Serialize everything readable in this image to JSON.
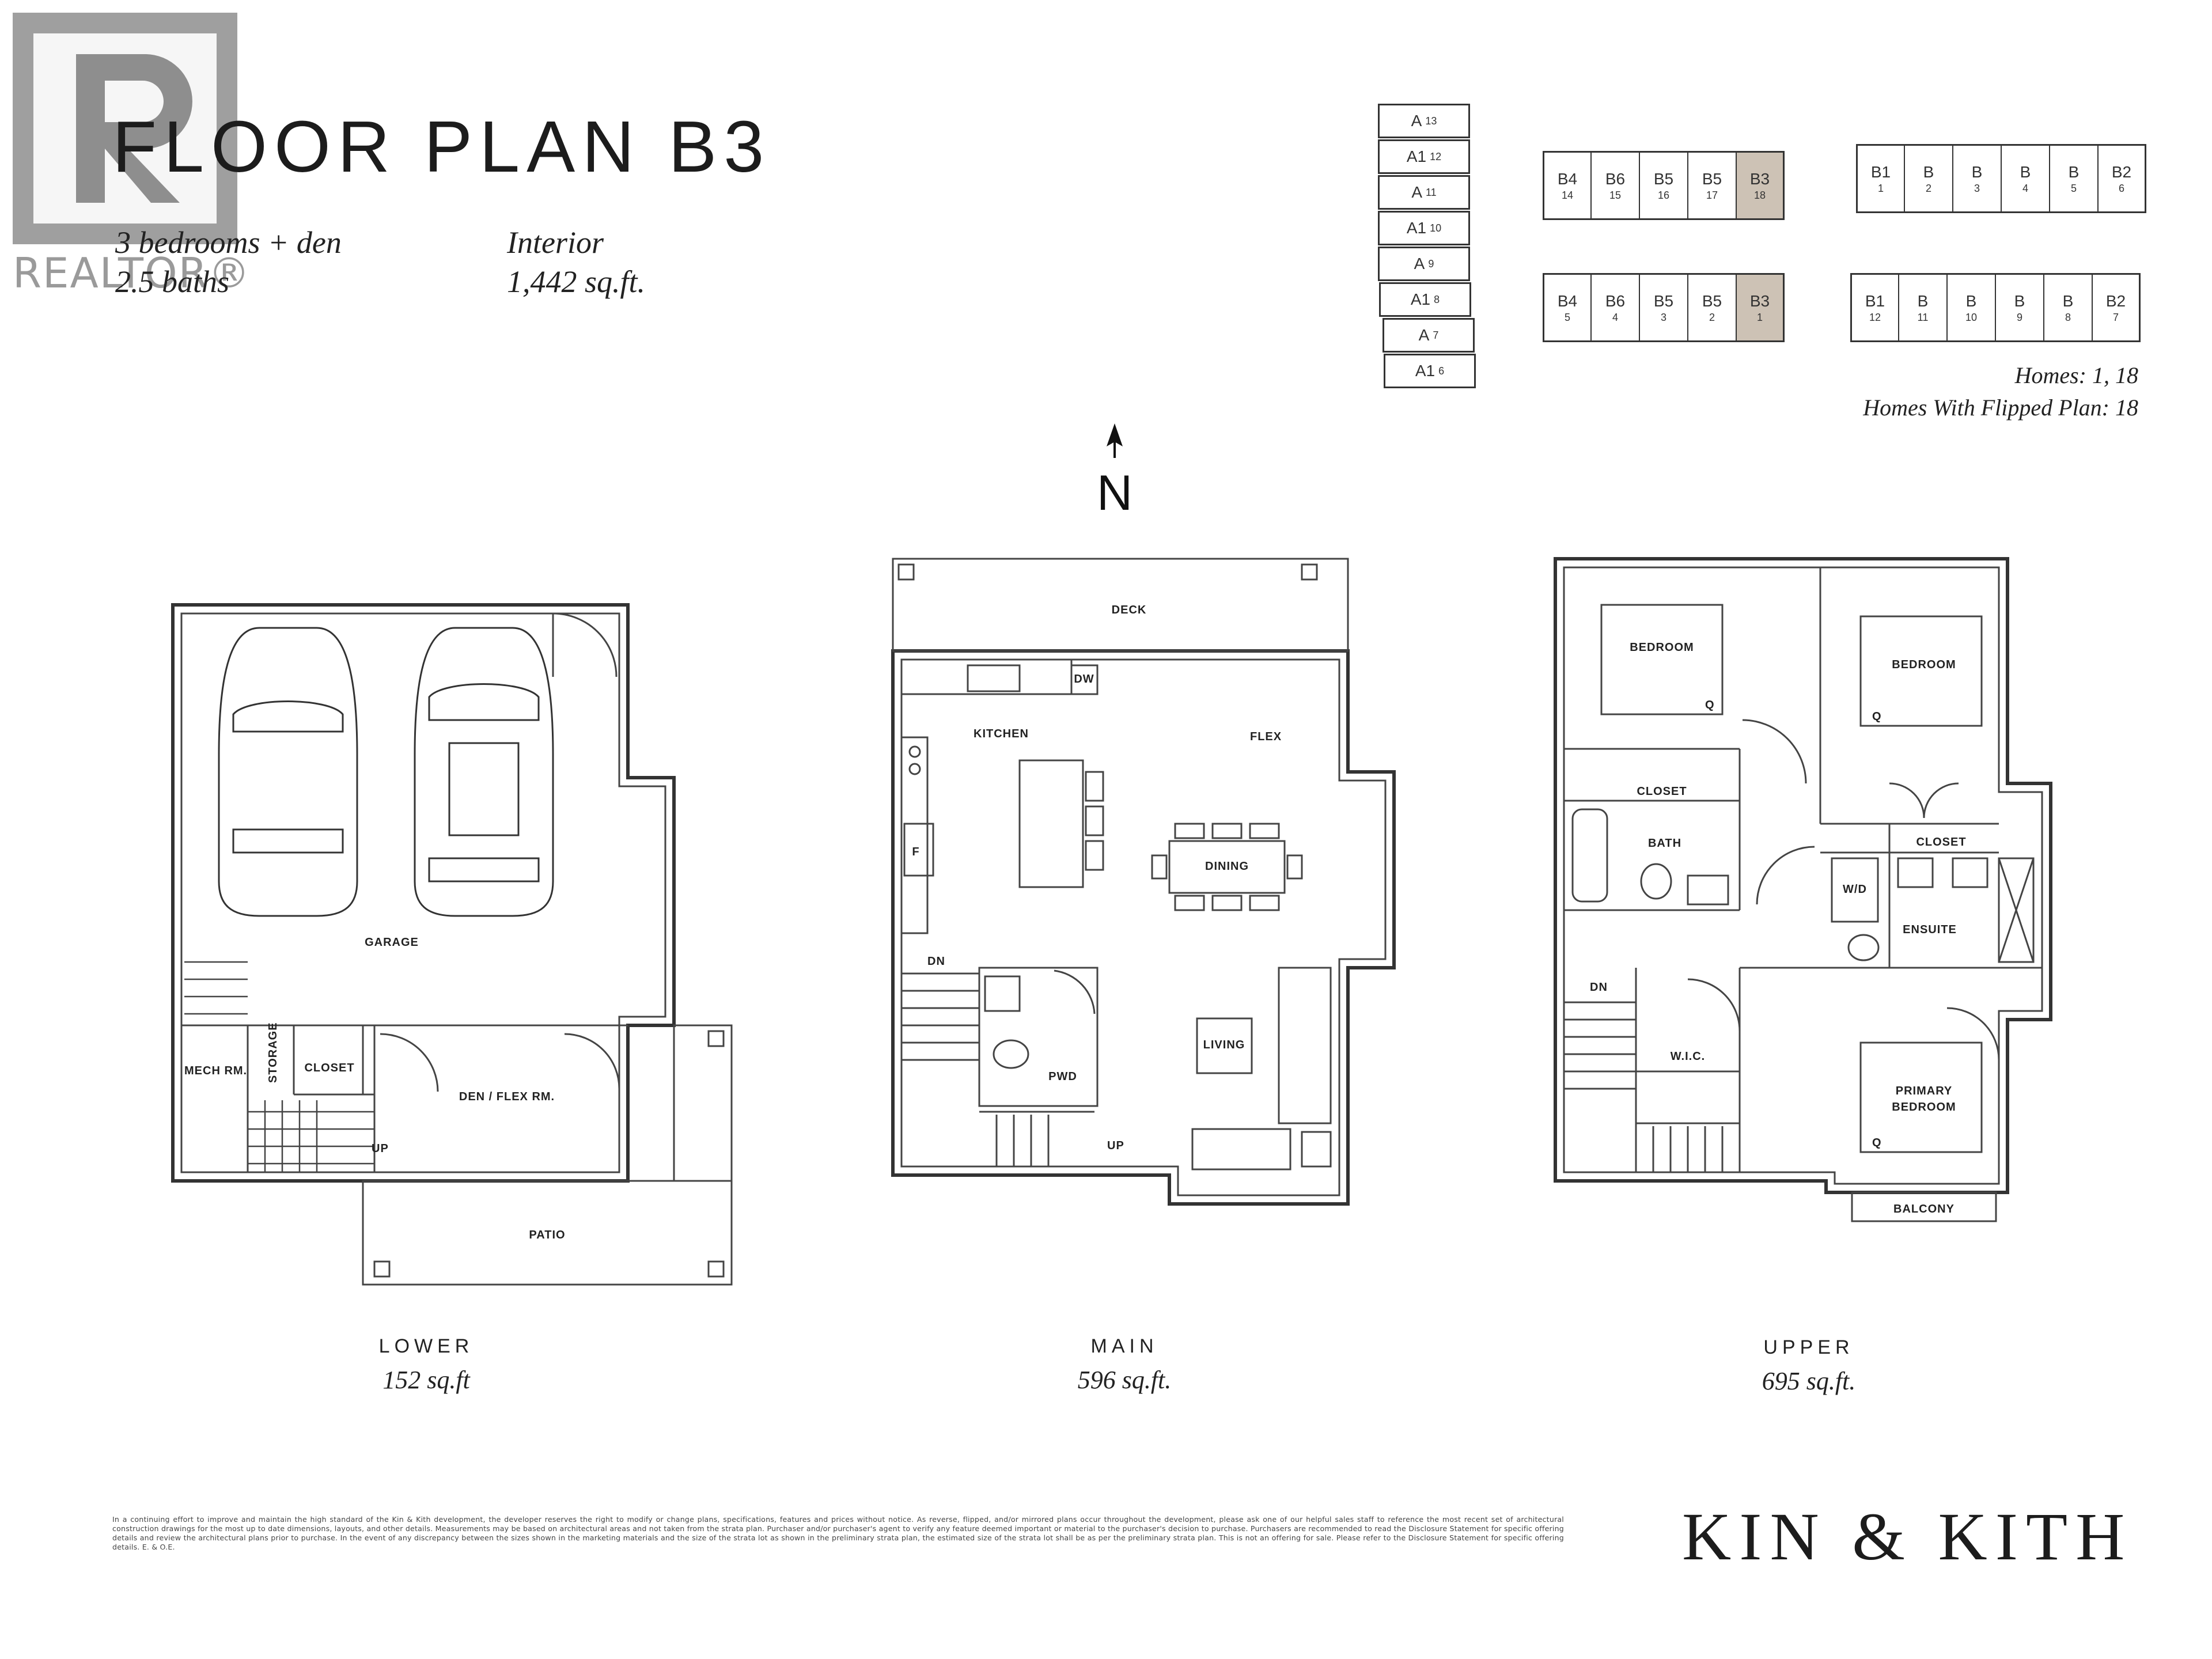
{
  "watermark": {
    "text": "REALTOR®"
  },
  "header": {
    "title": "FLOOR PLAN B3",
    "bedrooms": "3 bedrooms + den",
    "baths": "2.5 baths",
    "interior_label": "Interior",
    "interior_area": "1,442 sq.ft."
  },
  "site_key": {
    "a_stack": [
      {
        "code": "A",
        "num": "13"
      },
      {
        "code": "A1",
        "num": "12"
      },
      {
        "code": "A",
        "num": "11"
      },
      {
        "code": "A1",
        "num": "10"
      },
      {
        "code": "A",
        "num": "9"
      },
      {
        "code": "A1",
        "num": "8"
      },
      {
        "code": "A",
        "num": "7"
      },
      {
        "code": "A1",
        "num": "6"
      }
    ],
    "row_top_left": [
      {
        "code": "B4",
        "num": "14"
      },
      {
        "code": "B6",
        "num": "15"
      },
      {
        "code": "B5",
        "num": "16"
      },
      {
        "code": "B5",
        "num": "17"
      },
      {
        "code": "B3",
        "num": "18",
        "highlight": true
      }
    ],
    "row_top_right": [
      {
        "code": "B1",
        "num": "1"
      },
      {
        "code": "B",
        "num": "2"
      },
      {
        "code": "B",
        "num": "3"
      },
      {
        "code": "B",
        "num": "4"
      },
      {
        "code": "B",
        "num": "5"
      },
      {
        "code": "B2",
        "num": "6"
      }
    ],
    "row_bottom_left": [
      {
        "code": "B4",
        "num": "5"
      },
      {
        "code": "B6",
        "num": "4"
      },
      {
        "code": "B5",
        "num": "3"
      },
      {
        "code": "B5",
        "num": "2"
      },
      {
        "code": "B3",
        "num": "1",
        "highlight": true
      }
    ],
    "row_bottom_right": [
      {
        "code": "B1",
        "num": "12"
      },
      {
        "code": "B",
        "num": "11"
      },
      {
        "code": "B",
        "num": "10"
      },
      {
        "code": "B",
        "num": "9"
      },
      {
        "code": "B",
        "num": "8"
      },
      {
        "code": "B2",
        "num": "7"
      }
    ],
    "homes": "Homes: 1, 18",
    "flipped": "Homes With Flipped Plan: 18",
    "highlight_color": "#cdc2b5"
  },
  "north_label": "N",
  "levels": {
    "lower": {
      "name": "LOWER",
      "area": "152 sq.ft",
      "rooms": {
        "garage": "GARAGE",
        "mech": "MECH RM.",
        "storage": "STORAGE",
        "closet": "CLOSET",
        "den": "DEN / FLEX RM.",
        "patio": "PATIO",
        "up": "UP"
      }
    },
    "main": {
      "name": "MAIN",
      "area": "596 sq.ft.",
      "rooms": {
        "deck": "DECK",
        "dw": "DW",
        "kitchen": "KITCHEN",
        "flex": "FLEX",
        "fridge": "F",
        "dining": "DINING",
        "dn": "DN",
        "pwd": "PWD",
        "living": "LIVING",
        "up": "UP"
      }
    },
    "upper": {
      "name": "UPPER",
      "area": "695 sq.ft.",
      "rooms": {
        "bedroom1": "BEDROOM",
        "bedroom2": "BEDROOM",
        "closet1": "CLOSET",
        "bath": "BATH",
        "wd": "W/D",
        "closet2": "CLOSET",
        "ensuite": "ENSUITE",
        "dn": "DN",
        "wic": "W.I.C.",
        "primary1": "PRIMARY",
        "primary2": "BEDROOM",
        "balcony": "BALCONY",
        "q": "Q"
      }
    }
  },
  "footer": {
    "disclaimer": "In a continuing effort to improve and maintain the high standard of the Kin & Kith development, the developer reserves the right to modify or change plans, specifications, features and prices without notice. As reverse, flipped, and/or mirrored plans occur throughout the development, please ask one of our helpful sales staff to reference the most recent set of architectural construction drawings for the most up to date dimensions, layouts, and other details. Measurements may be based on architectural areas and not taken from the strata plan. Purchaser and/or purchaser's agent to verify any feature deemed important or material to the purchaser's decision to purchase. Purchasers are recommended to read the Disclosure Statement for specific offering details and review the architectural plans prior to purchase. In the event of any discrepancy between the sizes shown in the marketing materials and the size of the strata lot as shown in the preliminary strata plan, the estimated size of the strata lot shall be as per the preliminary strata plan. This is not an offering for sale. Please refer to the Disclosure Statement for specific offering details. E. & O.E.",
    "brand": "KIN & KITH"
  }
}
